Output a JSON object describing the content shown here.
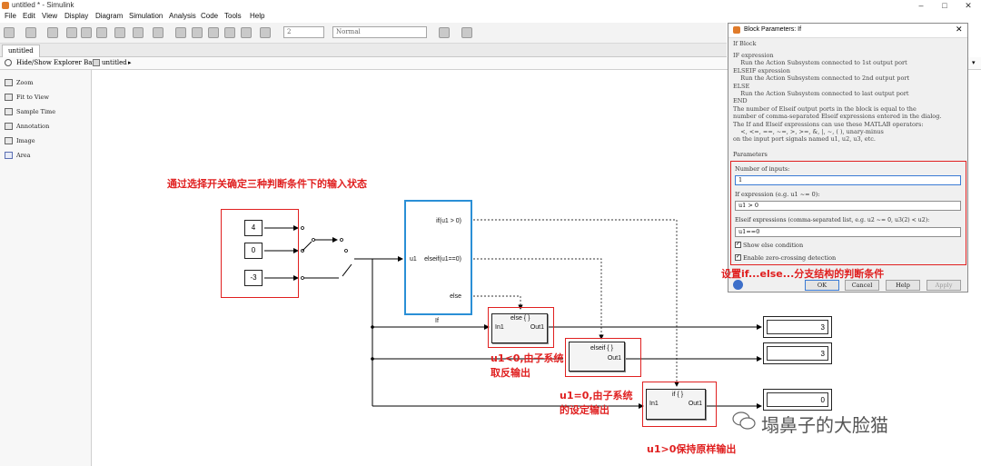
{
  "window": {
    "title": "untitled * - Simulink"
  },
  "menu": [
    "File",
    "Edit",
    "View",
    "Display",
    "Diagram",
    "Simulation",
    "Analysis",
    "Code",
    "Tools",
    "Help"
  ],
  "toolbar": {
    "stop_time": "2",
    "sim_mode": "Normal"
  },
  "tabs": [
    "untitled"
  ],
  "explorer": {
    "hide_show": "Hide/Show Explorer Bar",
    "breadcrumb": "untitled"
  },
  "palette": [
    "Zoom",
    "Fit to View",
    "Sample Time",
    "Annotation",
    "Image",
    "Area"
  ],
  "model": {
    "constants": [
      "4",
      "0",
      "-3"
    ],
    "if_block": {
      "ports_out": [
        "if(u1 > 0)",
        "elseif(u1==0)",
        "else"
      ],
      "port_in": "u1",
      "name": "If"
    },
    "subsystems": [
      {
        "title": "else { }",
        "in": "In1",
        "out": "Out1"
      },
      {
        "title": "elseif { }",
        "out": "Out1"
      },
      {
        "title": "if { }",
        "in": "In1",
        "out": "Out1"
      }
    ],
    "displays": [
      "3",
      "3",
      "0"
    ]
  },
  "annotations": {
    "switch_note": "通过选择开关确定三种判断条件下的输入状态",
    "if_note": "设置if...else...分支结构的判断条件",
    "neg_note_1": "u1<0,由子系统",
    "neg_note_2": "取反输出",
    "zero_note_1": "u1=0,由子系统",
    "zero_note_2": "的设定输出",
    "pos_note": "u1>0保持原样输出"
  },
  "watermark": "塌鼻子的大脸猫",
  "dialog": {
    "title": "Block Parameters: If",
    "block_type": "If Block",
    "description": [
      "IF expression",
      "    Run the Action Subsystem connected to 1st output port",
      "ELSEIF expression",
      "    Run the Action Subsystem connected to 2nd output port",
      "ELSE",
      "    Run the Action Subsystem connected to last output port",
      "END",
      "The number of Elseif output ports in the block is equal to the",
      "number of comma-separated Elseif expressions entered in the dialog.",
      "The If and Elseif expressions can use these MATLAB operators:",
      "    <, <=, ==, ~=, >, >=, &, |, ~, ( ), unary-minus",
      "on the input port signals named u1, u2, u3, etc."
    ],
    "parameters_label": "Parameters",
    "num_inputs_label": "Number of inputs:",
    "num_inputs_value": "1",
    "if_expr_label": "If expression (e.g. u1 ~= 0):",
    "if_expr_value": "u1 > 0",
    "elseif_label": "Elseif expressions (comma-separated list, e.g. u2 ~= 0, u3(2) < u2):",
    "elseif_value": "u1==0",
    "show_else": "Show else condition",
    "zero_crossing": "Enable zero-crossing detection",
    "buttons": [
      "OK",
      "Cancel",
      "Help",
      "Apply"
    ]
  }
}
